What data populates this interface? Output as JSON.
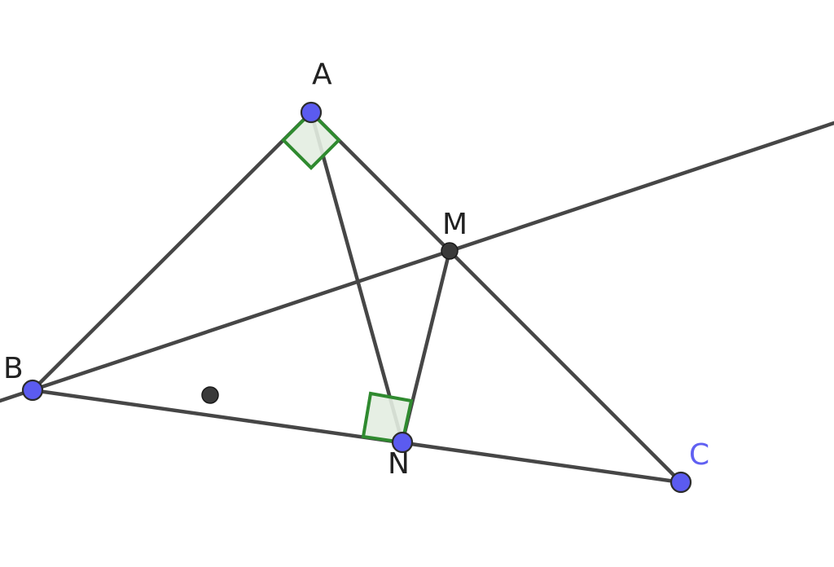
{
  "diagram": {
    "colors": {
      "line": "#464646",
      "free_point": "#5b5bf0",
      "dependent_point": "#3a3a3a",
      "right_angle_stroke": "#2f8a2f",
      "right_angle_fill": "#e3ede1",
      "label_default": "#222222",
      "label_c": "#6060f2"
    },
    "points": [
      {
        "id": "A",
        "label": "A",
        "kind": "free"
      },
      {
        "id": "B",
        "label": "B",
        "kind": "free"
      },
      {
        "id": "C",
        "label": "C",
        "kind": "free"
      },
      {
        "id": "N",
        "label": "N",
        "kind": "free"
      },
      {
        "id": "M",
        "label": "M",
        "kind": "dependent"
      },
      {
        "id": "P",
        "label": "",
        "kind": "dependent"
      }
    ],
    "segments": [
      "AB",
      "AC",
      "BC",
      "AN",
      "MN"
    ],
    "lines": [
      "BM"
    ],
    "right_angles": [
      "A",
      "N"
    ]
  }
}
